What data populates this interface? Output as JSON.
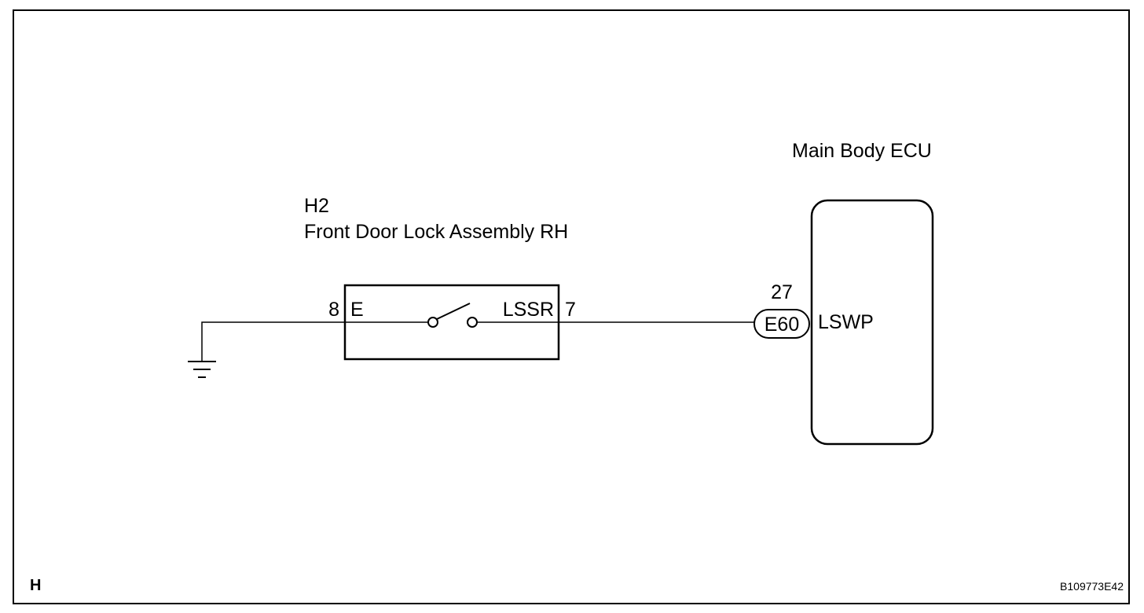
{
  "ecu": {
    "title": "Main Body ECU",
    "connector": "E60",
    "pin": "27",
    "terminal": "LSWP"
  },
  "switch_component": {
    "code": "H2",
    "name": "Front Door Lock Assembly RH",
    "left_pin": "8",
    "left_terminal": "E",
    "right_terminal": "LSSR",
    "right_pin": "7"
  },
  "footer": {
    "corner_letter": "H",
    "figure_id": "B109773E42"
  },
  "colors": {
    "ink": "#000000",
    "background": "#ffffff"
  }
}
